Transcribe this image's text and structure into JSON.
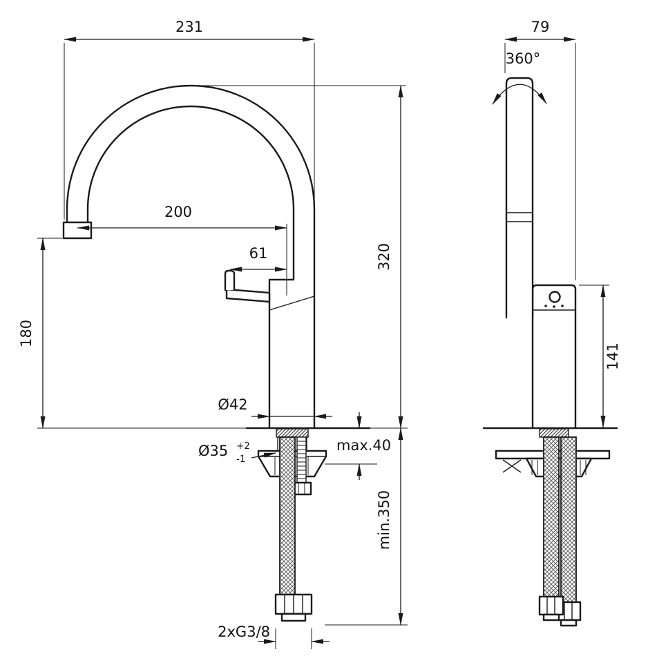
{
  "meta": {
    "title": "Faucet technical drawing, two views with dimensions"
  },
  "colors": {
    "line": "#1a1a1a",
    "background": "#ffffff"
  },
  "front_view": {
    "dim_total_width": "231",
    "dim_spout_reach": "200",
    "dim_handle_offset": "61",
    "dim_spout_height": "320",
    "dim_outlet_height": "180",
    "dim_body_diameter": "Ø42",
    "dim_hole_diameter": "Ø35",
    "dim_hole_tolerance_plus": "+2",
    "dim_hole_tolerance_minus": "-1",
    "dim_deck_thickness": "max.40",
    "dim_hose_length": "min.350",
    "dim_connection_thread": "2xG3/8"
  },
  "side_view": {
    "dim_depth": "79",
    "dim_swivel_angle": "360°",
    "dim_body_height": "141"
  }
}
